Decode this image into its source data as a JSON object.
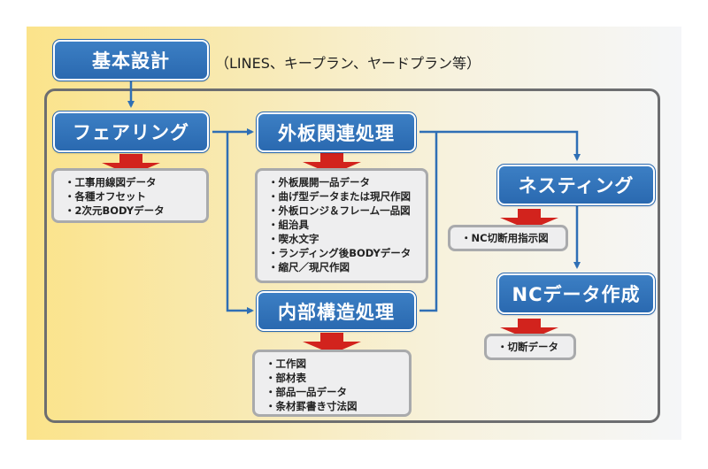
{
  "diagram": {
    "note": "（LINES、キープラン、ヤードプラン等）",
    "nodes": {
      "basic_design": "基本設計",
      "fairing": "フェアリング",
      "shell": "外板関連処理",
      "internal": "内部構造処理",
      "nesting": "ネスティング",
      "nc_data": "NCデータ作成"
    },
    "outputs": {
      "fairing": [
        "・工事用線図データ",
        "・各種オフセット",
        "・2次元BODYデータ"
      ],
      "shell": [
        "・外板展開一品データ",
        "・曲げ型データまたは現尺作図",
        "・外板ロンジ＆フレーム一品図",
        "・組治具",
        "・喫水文字",
        "・ランディング後BODYデータ",
        "・縮尺／現尺作図"
      ],
      "internal": [
        "・工作図",
        "・部材表",
        "・部品一品データ",
        "・条材罫書き寸法図"
      ],
      "nesting": [
        "・NC切断用指示図"
      ],
      "nc_data": [
        "・切断データ"
      ]
    },
    "colors": {
      "node_blue": "#2a69b0",
      "output_arrow_red": "#d2231d",
      "connector_blue": "#2f6fb5",
      "frame_gray": "#6d6e70"
    }
  }
}
